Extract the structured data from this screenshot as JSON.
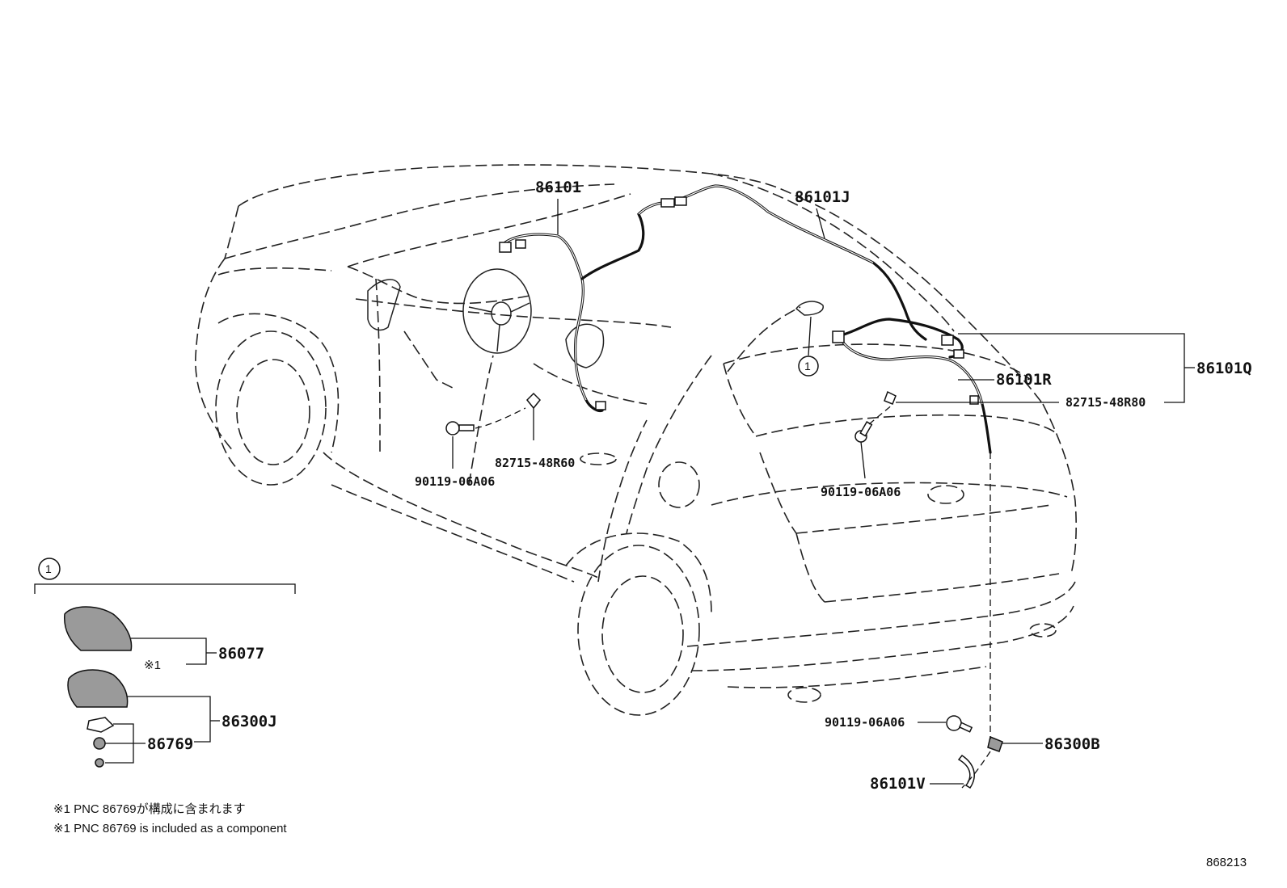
{
  "diagram": {
    "view": "vehicle rear three-quarter view with wire harness routing",
    "figure_number": "868213",
    "callout_symbol": "1",
    "inset": {
      "callout": "1",
      "note_marker": "※1"
    },
    "parts": {
      "p86101": "86101",
      "p86101J": "86101J",
      "p86101Q": "86101Q",
      "p86101R": "86101R",
      "p82715_48R80": "82715-48R80",
      "p82715_48R60": "82715-48R60",
      "p90119_left": "90119-06A06",
      "p90119_right": "90119-06A06",
      "p90119_lower": "90119-06A06",
      "p86300B": "86300B",
      "p86101V": "86101V",
      "p86077": "86077",
      "p86300J": "86300J",
      "p86769": "86769"
    },
    "notes": [
      "※1 PNC 86769が構成に含まれます",
      "※1 PNC 86769 is included as a component"
    ]
  },
  "colors": {
    "line": "#111111",
    "part_fill": "#9a9a9a",
    "background": "#ffffff"
  }
}
